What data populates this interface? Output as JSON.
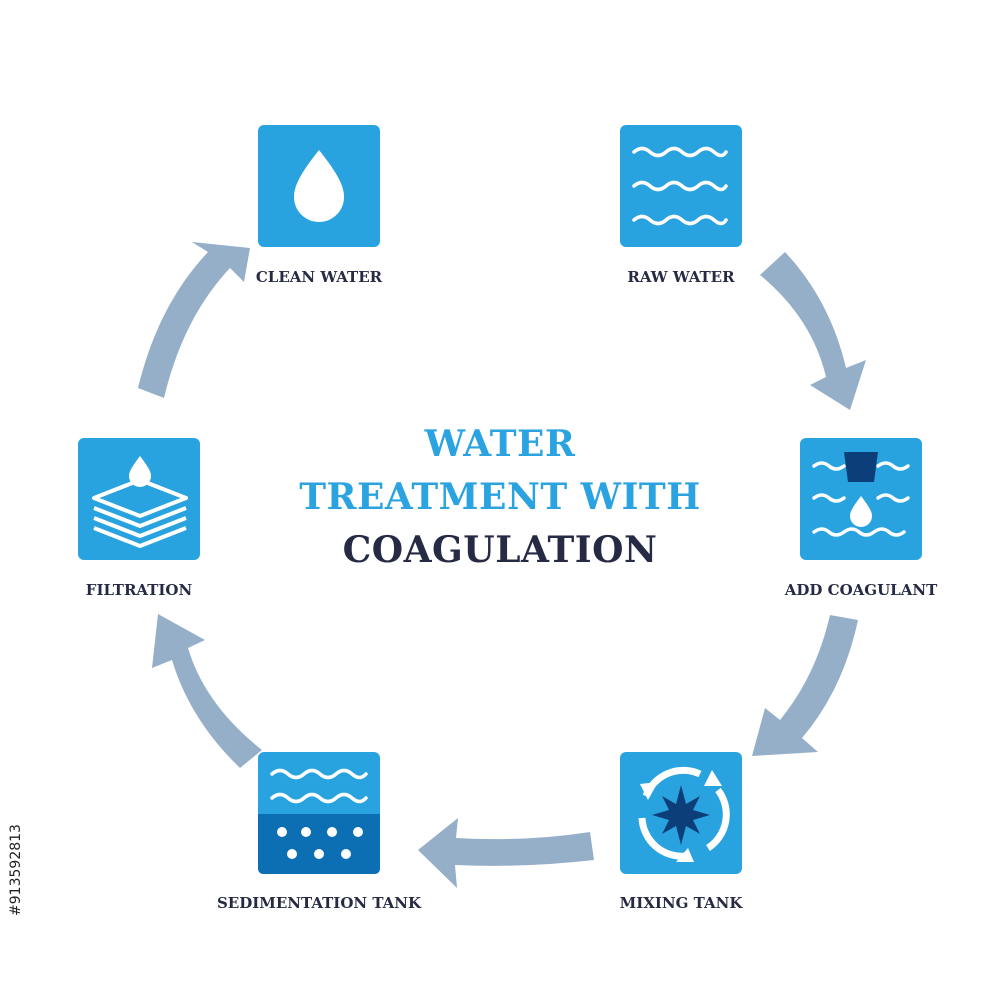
{
  "title": {
    "line1": "WATER",
    "line2": "TREATMENT WITH",
    "line3": "COAGULATION"
  },
  "steps": [
    {
      "label": "RAW WATER",
      "icon": "waves-icon"
    },
    {
      "label": "ADD COAGULANT",
      "icon": "coagulant-dose-icon"
    },
    {
      "label": "MIXING TANK",
      "icon": "mixing-impeller-icon"
    },
    {
      "label": "SEDIMENTATION TANK",
      "icon": "sediment-icon"
    },
    {
      "label": "FILTRATION",
      "icon": "filter-layers-icon"
    },
    {
      "label": "CLEAN WATER",
      "icon": "water-drop-icon"
    }
  ],
  "side_id": "#913592813",
  "colors": {
    "icon_bg": "#29a3e0",
    "icon_dark": "#0c6fb3",
    "arrow": "#96afc9",
    "title_blue": "#2aa3e0",
    "title_dark": "#262a44"
  }
}
